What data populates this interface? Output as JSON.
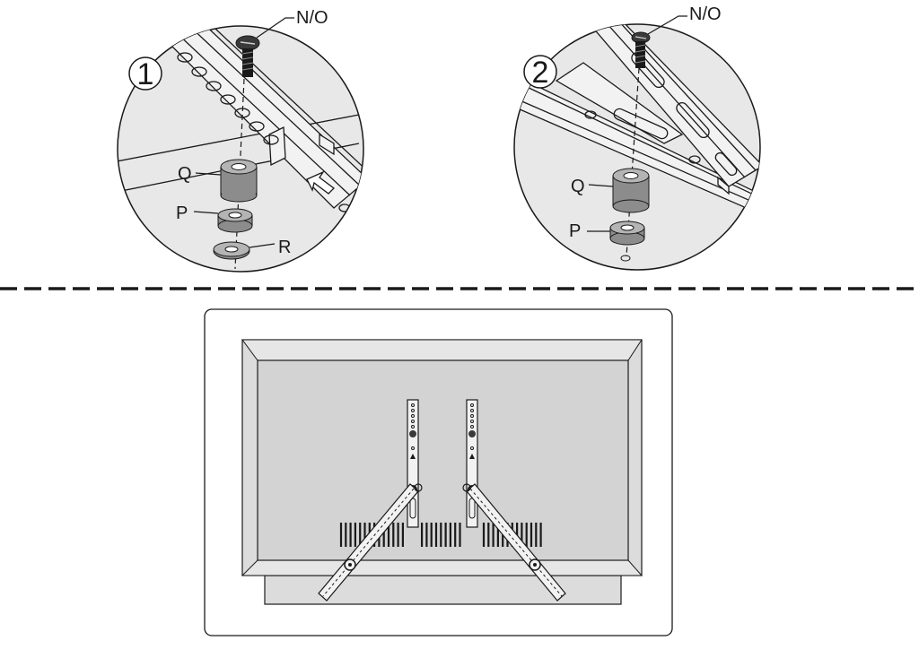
{
  "step1": {
    "number": "1",
    "labels": {
      "screw": "N/O",
      "spacer_tall": "Q",
      "spacer_short": "P",
      "washer": "R"
    }
  },
  "step2": {
    "number": "2",
    "labels": {
      "screw": "N/O",
      "spacer_tall": "Q",
      "spacer_short": "P"
    }
  },
  "colors": {
    "line": "#1a1a1a",
    "panel_fill": "#e8e8e8",
    "tv_frame": "#dcdcdc",
    "tv_screen": "#d3d3d3",
    "spacer": "#8c8c8c",
    "spacer_top": "#b4b4b4"
  },
  "icons": [
    "screw-icon",
    "spacer-icon",
    "washer-icon",
    "arrow-icon",
    "tv-icon",
    "bracket-icon"
  ]
}
